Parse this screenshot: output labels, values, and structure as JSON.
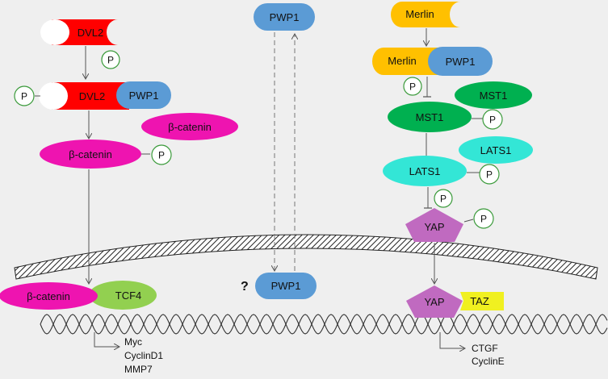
{
  "nodes": {
    "dvl2_top": "DVL2",
    "dvl2_bottom": "DVL2",
    "pwp1_dvl": "PWP1",
    "bcat_free": "β-catenin",
    "bcat_mid": "β-catenin",
    "bcat_nuc": "β-catenin",
    "tcf4": "TCF4",
    "pwp1_top": "PWP1",
    "pwp1_nuc": "PWP1",
    "question": "?",
    "merlin_top": "Merlin",
    "merlin_mid": "Merlin",
    "pwp1_merlin": "PWP1",
    "mst1_free": "MST1",
    "mst1_mid": "MST1",
    "lats1_free": "LATS1",
    "lats1_mid": "LATS1",
    "yap_top": "YAP",
    "yap_nuc": "YAP",
    "taz": "TAZ"
  },
  "phospho_label": "P",
  "target_genes_left": [
    "Myc",
    "CyclinD1",
    "MMP7"
  ],
  "target_genes_right": [
    "CTGF",
    "CyclinE"
  ],
  "colors": {
    "dvl2": "#ff0000",
    "pwp1": "#5b9bd5",
    "bcatenin": "#ee14b0",
    "tcf4": "#92d050",
    "merlin": "#ffc000",
    "mst1": "#00b050",
    "lats1": "#33e6d6",
    "yap": "#c06ac0",
    "taz": "#f0f020",
    "phospho_border": "#3a9a3a"
  }
}
